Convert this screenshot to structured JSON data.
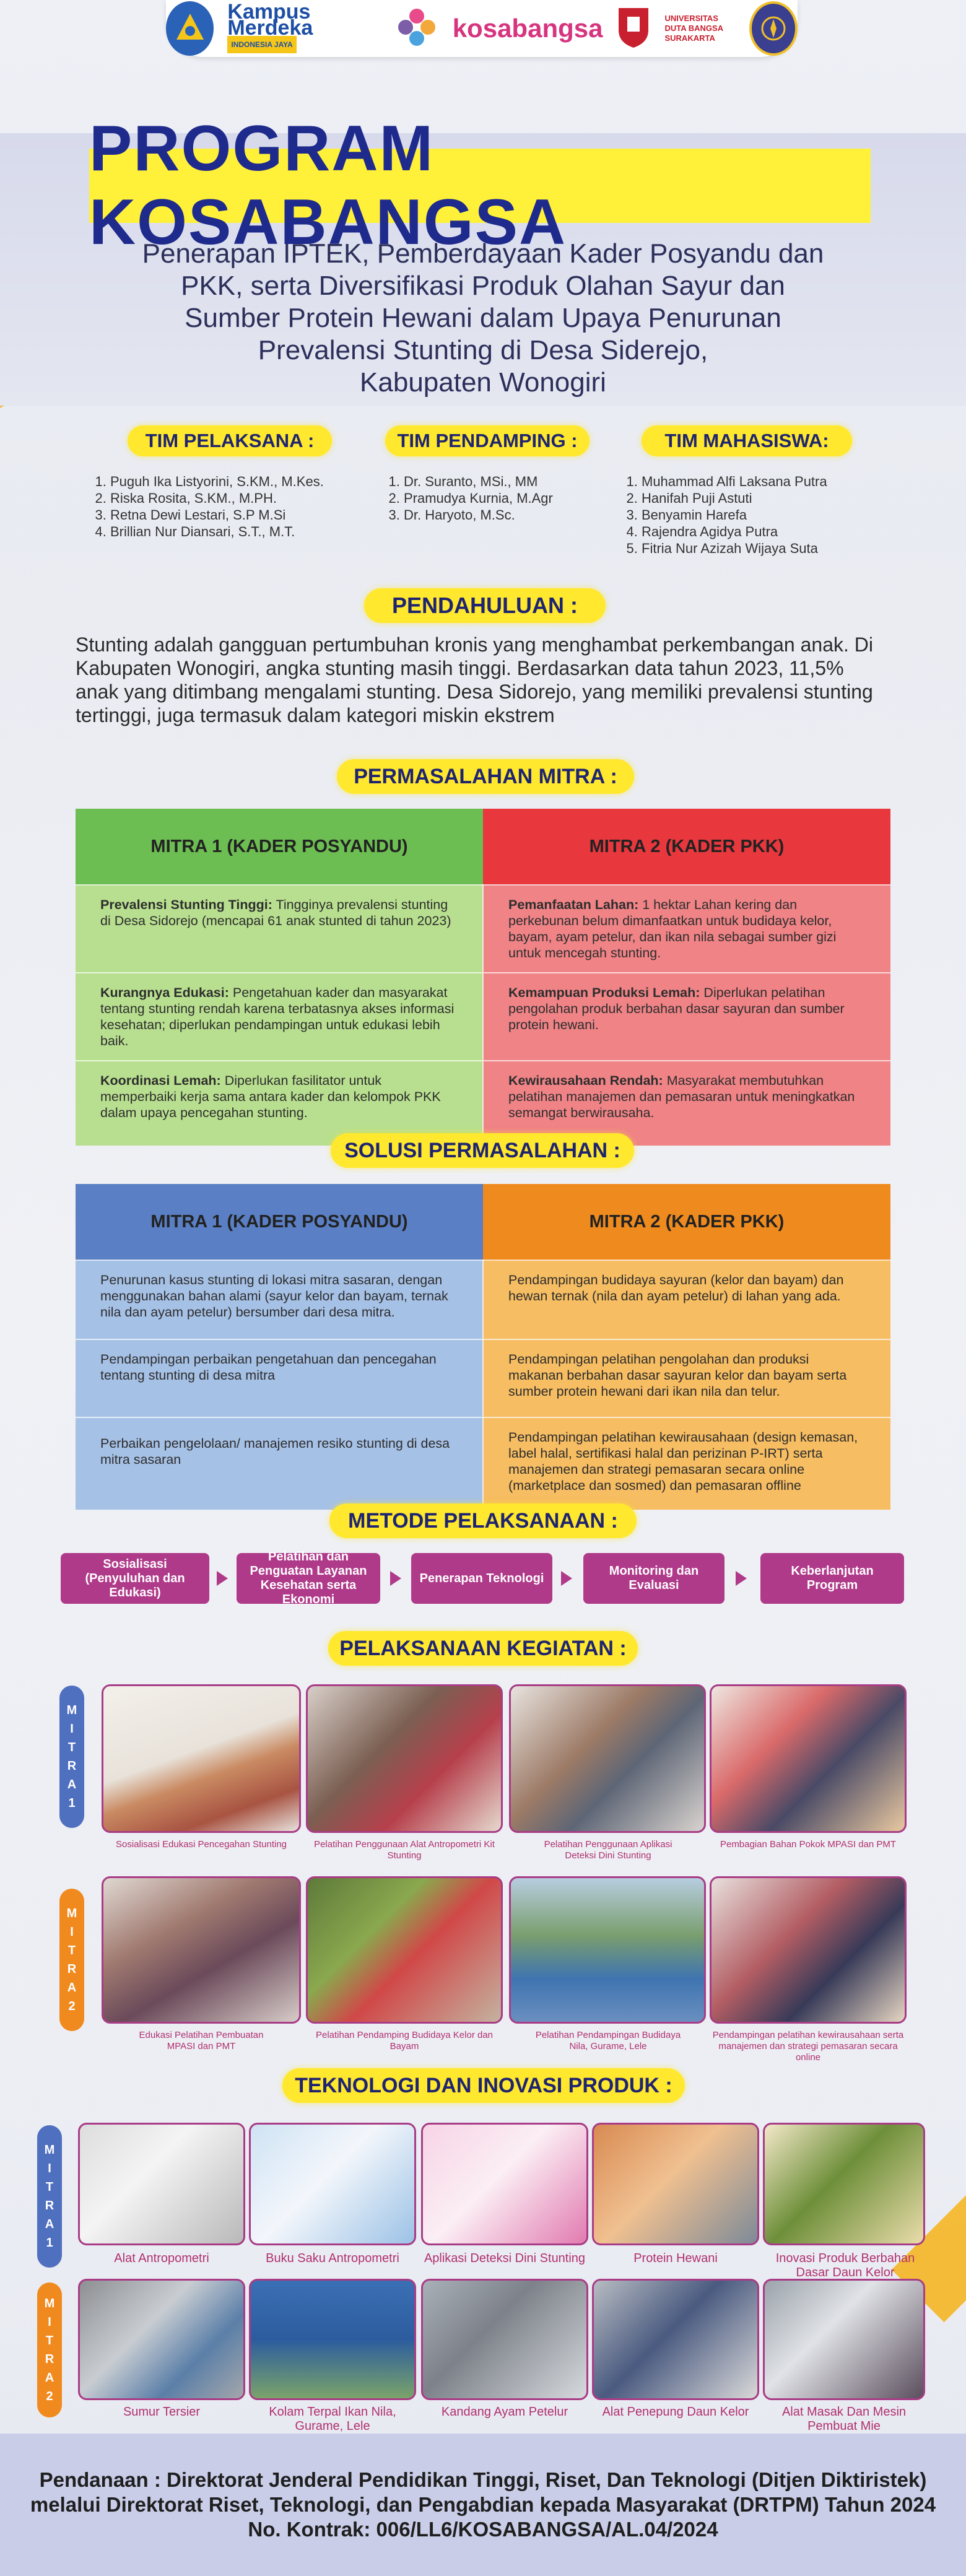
{
  "header": {
    "logos": [
      {
        "name": "Kampus Merdeka",
        "tagline": "INDONESIA JAYA"
      },
      {
        "name": "kosabangsa"
      },
      {
        "name": "UNIVERSITAS DUTA BANGSA SURAKARTA"
      }
    ]
  },
  "title": "PROGRAM KOSABANGSA",
  "subtitle": [
    "Penerapan IPTEK, Pemberdayaan Kader Posyandu dan",
    "PKK, serta Diversifikasi Produk Olahan Sayur dan",
    "Sumber Protein Hewani dalam Upaya Penurunan",
    "Prevalensi Stunting di Desa Siderejo,",
    "Kabupaten Wonogiri"
  ],
  "teams": [
    {
      "heading": "TIM PELAKSANA :",
      "members": [
        "Puguh Ika Listyorini, S.KM., M.Kes.",
        "Riska Rosita, S.KM., M.PH.",
        "Retna Dewi Lestari, S.P M.Si",
        "Brillian Nur Diansari, S.T., M.T."
      ]
    },
    {
      "heading": "TIM PENDAMPING :",
      "members": [
        "Dr. Suranto, MSi., MM",
        "Pramudya Kurnia, M.Agr",
        "Dr. Haryoto, M.Sc."
      ]
    },
    {
      "heading": "TIM MAHASISWA:",
      "members": [
        "Muhammad Alfi Laksana Putra",
        "Hanifah Puji Astuti",
        "Benyamin Harefa",
        "Rajendra Agidya Putra",
        "Fitria Nur Azizah Wijaya Suta"
      ]
    }
  ],
  "intro": {
    "heading": "PENDAHULUAN :",
    "text": "Stunting adalah gangguan pertumbuhan kronis yang menghambat perkembangan anak. Di Kabupaten Wonogiri, angka stunting masih tinggi. Berdasarkan data tahun 2023, 11,5% anak yang ditimbang mengalami stunting. Desa Sidorejo, yang memiliki prevalensi stunting tertinggi, juga termasuk dalam kategori miskin ekstrem"
  },
  "problems": {
    "heading": "PERMASALAHAN MITRA :",
    "col1": "MITRA 1 (KADER POSYANDU)",
    "col2": "MITRA 2 (KADER PKK)",
    "rows": [
      {
        "l_b": "Prevalensi Stunting Tinggi:",
        "l": " Tingginya prevalensi stunting di Desa Sidorejo (mencapai 61 anak stunted di tahun 2023)",
        "r_b": "Pemanfaatan Lahan:",
        "r": " 1 hektar Lahan kering dan perkebunan belum dimanfaatkan untuk budidaya kelor, bayam, ayam petelur, dan ikan nila sebagai sumber gizi untuk mencegah stunting."
      },
      {
        "l_b": "Kurangnya Edukasi:",
        "l": " Pengetahuan kader dan masyarakat tentang stunting rendah karena terbatasnya akses informasi kesehatan; diperlukan pendampingan untuk edukasi lebih baik.",
        "r_b": "Kemampuan Produksi Lemah:",
        "r": " Diperlukan pelatihan pengolahan produk berbahan dasar sayuran dan sumber protein hewani."
      },
      {
        "l_b": "Koordinasi Lemah:",
        "l": " Diperlukan fasilitator untuk memperbaiki kerja sama antara kader dan kelompok PKK dalam upaya pencegahan stunting.",
        "r_b": "Kewirausahaan Rendah:",
        "r": " Masyarakat membutuhkan pelatihan manajemen dan pemasaran untuk meningkatkan semangat berwirausaha."
      }
    ]
  },
  "solutions": {
    "heading": "SOLUSI PERMASALAHAN :",
    "col1": "MITRA 1 (KADER POSYANDU)",
    "col2": "MITRA 2 (KADER PKK)",
    "rows": [
      {
        "l": "Penurunan kasus stunting di lokasi mitra sasaran, dengan menggunakan bahan alami (sayur kelor dan bayam, ternak nila dan ayam petelur) bersumber dari desa mitra.",
        "r": "Pendampingan budidaya sayuran (kelor dan bayam) dan hewan ternak (nila dan ayam petelur) di lahan yang ada."
      },
      {
        "l": "Pendampingan perbaikan pengetahuan dan pencegahan tentang stunting di desa mitra",
        "r": "Pendampingan pelatihan pengolahan dan produksi makanan berbahan dasar sayuran kelor dan bayam serta sumber protein hewani dari ikan nila dan telur."
      },
      {
        "l": "Perbaikan pengelolaan/ manajemen resiko stunting di desa mitra sasaran",
        "r": "Pendampingan pelatihan kewirausahaan (design kemasan, label halal, sertifikasi halal dan perizinan P-IRT) serta manajemen dan strategi pemasaran secara online (marketplace dan sosmed) dan pemasaran offline"
      }
    ]
  },
  "method": {
    "heading": "METODE PELAKSANAAN :",
    "steps": [
      "Sosialisasi (Penyuluhan dan Edukasi)",
      "Pelatihan dan Penguatan Layanan Kesehatan serta Ekonomi",
      "Penerapan Teknologi",
      "Monitoring dan Evaluasi",
      "Keberlanjutan Program"
    ]
  },
  "activities": {
    "heading": "PELAKSANAAN KEGIATAN :",
    "mitra1_label": [
      "M",
      "I",
      "T",
      "R",
      "A",
      "1"
    ],
    "mitra2_label": [
      "M",
      "I",
      "T",
      "R",
      "A",
      "2"
    ],
    "mitra1": [
      "Sosialisasi Edukasi Pencegahan Stunting",
      "Pelatihan Penggunaan Alat Antropometri Kit Stunting",
      "Pelatihan Penggunaan Aplikasi Deteksi Dini Stunting",
      "Pembagian Bahan Pokok MPASI dan PMT"
    ],
    "mitra2": [
      "Edukasi Pelatihan Pembuatan MPASI dan PMT",
      "Pelatihan Pendamping Budidaya Kelor dan Bayam",
      "Pelatihan Pendampingan Budidaya Nila, Gurame, Lele",
      "Pendampingan pelatihan kewirausahaan serta manajemen dan strategi pemasaran secara online"
    ]
  },
  "technology": {
    "heading": "TEKNOLOGI DAN INOVASI PRODUK :",
    "mitra1_label": [
      "M",
      "I",
      "T",
      "R",
      "A",
      "1"
    ],
    "mitra2_label": [
      "M",
      "I",
      "T",
      "R",
      "A",
      "2"
    ],
    "mitra1": [
      "Alat Antropometri",
      "Buku Saku Antropometri",
      "Aplikasi Deteksi Dini Stunting",
      "Protein Hewani",
      "Inovasi Produk Berbahan Dasar Daun Kelor"
    ],
    "mitra2": [
      "Sumur Tersier",
      "Kolam Terpal Ikan Nila, Gurame, Lele",
      "Kandang Ayam Petelur",
      "Alat Penepung Daun Kelor",
      "Alat Masak Dan Mesin Pembuat Mie"
    ]
  },
  "footer": [
    "Pendanaan : Direktorat Jenderal Pendidikan Tinggi, Riset, Dan Teknologi (Ditjen Diktiristek)",
    "melalui Direktorat Riset, Teknologi, dan Pengabdian kepada Masyarakat (DRTPM) Tahun 2024",
    "No. Kontrak: 006/LL6/KOSABANGSA/AL.04/2024"
  ],
  "colors": {
    "title_bg": "#fff13a",
    "title_text": "#1e2a8c",
    "mitra1_green": "#6cbd52",
    "mitra2_red": "#e8373d",
    "mitra1_blue": "#5a7fc4",
    "mitra2_orange": "#ef8a1e",
    "accent_magenta": "#b03a8a"
  }
}
